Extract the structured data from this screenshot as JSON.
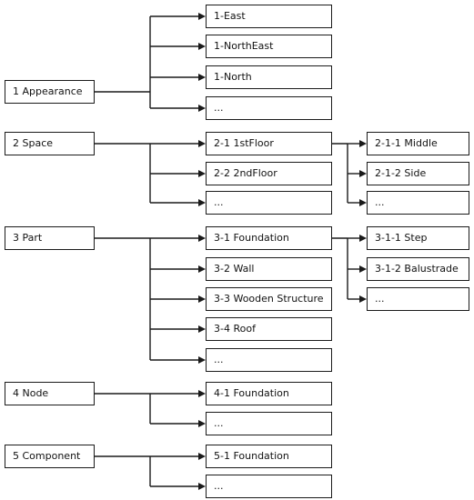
{
  "tree": [
    {
      "label": "1 Appearance",
      "children": [
        {
          "label": "1-East"
        },
        {
          "label": "1-NorthEast"
        },
        {
          "label": "1-North"
        },
        {
          "label": "..."
        }
      ]
    },
    {
      "label": "2 Space",
      "children": [
        {
          "label": "2-1 1stFloor",
          "children": [
            {
              "label": "2-1-1 Middle"
            },
            {
              "label": "2-1-2 Side"
            },
            {
              "label": "..."
            }
          ]
        },
        {
          "label": "2-2 2ndFloor"
        },
        {
          "label": "..."
        }
      ]
    },
    {
      "label": "3 Part",
      "children": [
        {
          "label": "3-1 Foundation",
          "children": [
            {
              "label": "3-1-1 Step"
            },
            {
              "label": "3-1-2 Balustrade"
            },
            {
              "label": "..."
            }
          ]
        },
        {
          "label": "3-2 Wall"
        },
        {
          "label": "3-3 Wooden Structure"
        },
        {
          "label": "3-4 Roof"
        },
        {
          "label": "..."
        }
      ]
    },
    {
      "label": "4 Node",
      "children": [
        {
          "label": "4-1 Foundation"
        },
        {
          "label": "..."
        }
      ]
    },
    {
      "label": "5 Component",
      "children": [
        {
          "label": "5-1 Foundation"
        },
        {
          "label": "..."
        }
      ]
    }
  ]
}
